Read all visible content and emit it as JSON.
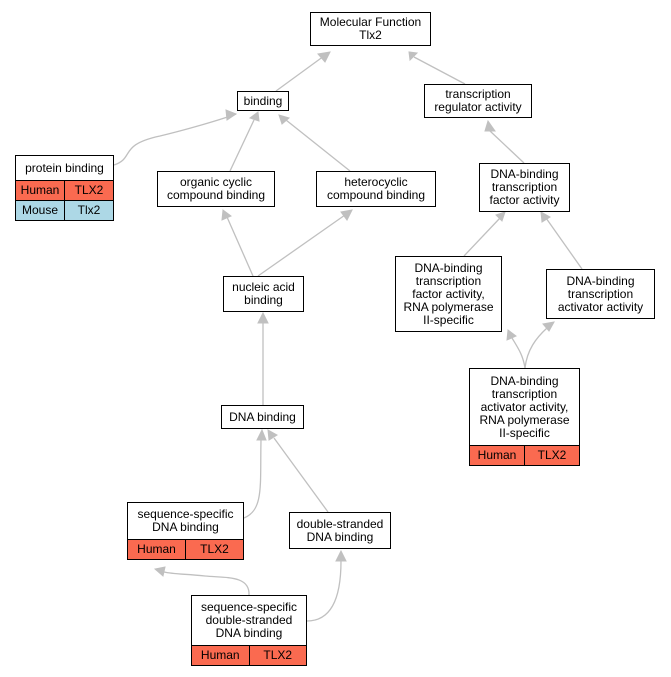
{
  "colors": {
    "edge": "#c0c0c0",
    "human": "#fa6a50",
    "mouse": "#add8e6",
    "node_border": "#000000"
  },
  "nodes": {
    "root": {
      "label": "Molecular Function\nTlx2"
    },
    "binding": {
      "label": "binding"
    },
    "tra": {
      "label": "transcription\nregulator activity"
    },
    "protein_binding": {
      "label": "protein binding",
      "rows": [
        {
          "species": "Human",
          "gene": "TLX2",
          "color": "#fa6a50"
        },
        {
          "species": "Mouse",
          "gene": "Tlx2",
          "color": "#add8e6"
        }
      ]
    },
    "organic": {
      "label": "organic cyclic\ncompound binding"
    },
    "hetero": {
      "label": "heterocyclic\ncompound binding"
    },
    "dbtfa": {
      "label": "DNA-binding\ntranscription\nfactor activity"
    },
    "nucleic": {
      "label": "nucleic acid\nbinding"
    },
    "dbtfa_rnap2": {
      "label": "DNA-binding\ntranscription\nfactor activity,\nRNA polymerase\nII-specific"
    },
    "dbtaa": {
      "label": "DNA-binding\ntranscription\nactivator activity"
    },
    "dbtaa_rnap2": {
      "label": "DNA-binding\ntranscription\nactivator activity,\nRNA polymerase\nII-specific",
      "rows": [
        {
          "species": "Human",
          "gene": "TLX2",
          "color": "#fa6a50"
        }
      ]
    },
    "dna_binding": {
      "label": "DNA binding"
    },
    "ssdb": {
      "label": "sequence-specific\nDNA binding",
      "rows": [
        {
          "species": "Human",
          "gene": "TLX2",
          "color": "#fa6a50"
        }
      ]
    },
    "dsdb": {
      "label": "double-stranded\nDNA binding"
    },
    "ssdsdb": {
      "label": "sequence-specific\ndouble-stranded\nDNA binding",
      "rows": [
        {
          "species": "Human",
          "gene": "TLX2",
          "color": "#fa6a50"
        }
      ]
    }
  }
}
